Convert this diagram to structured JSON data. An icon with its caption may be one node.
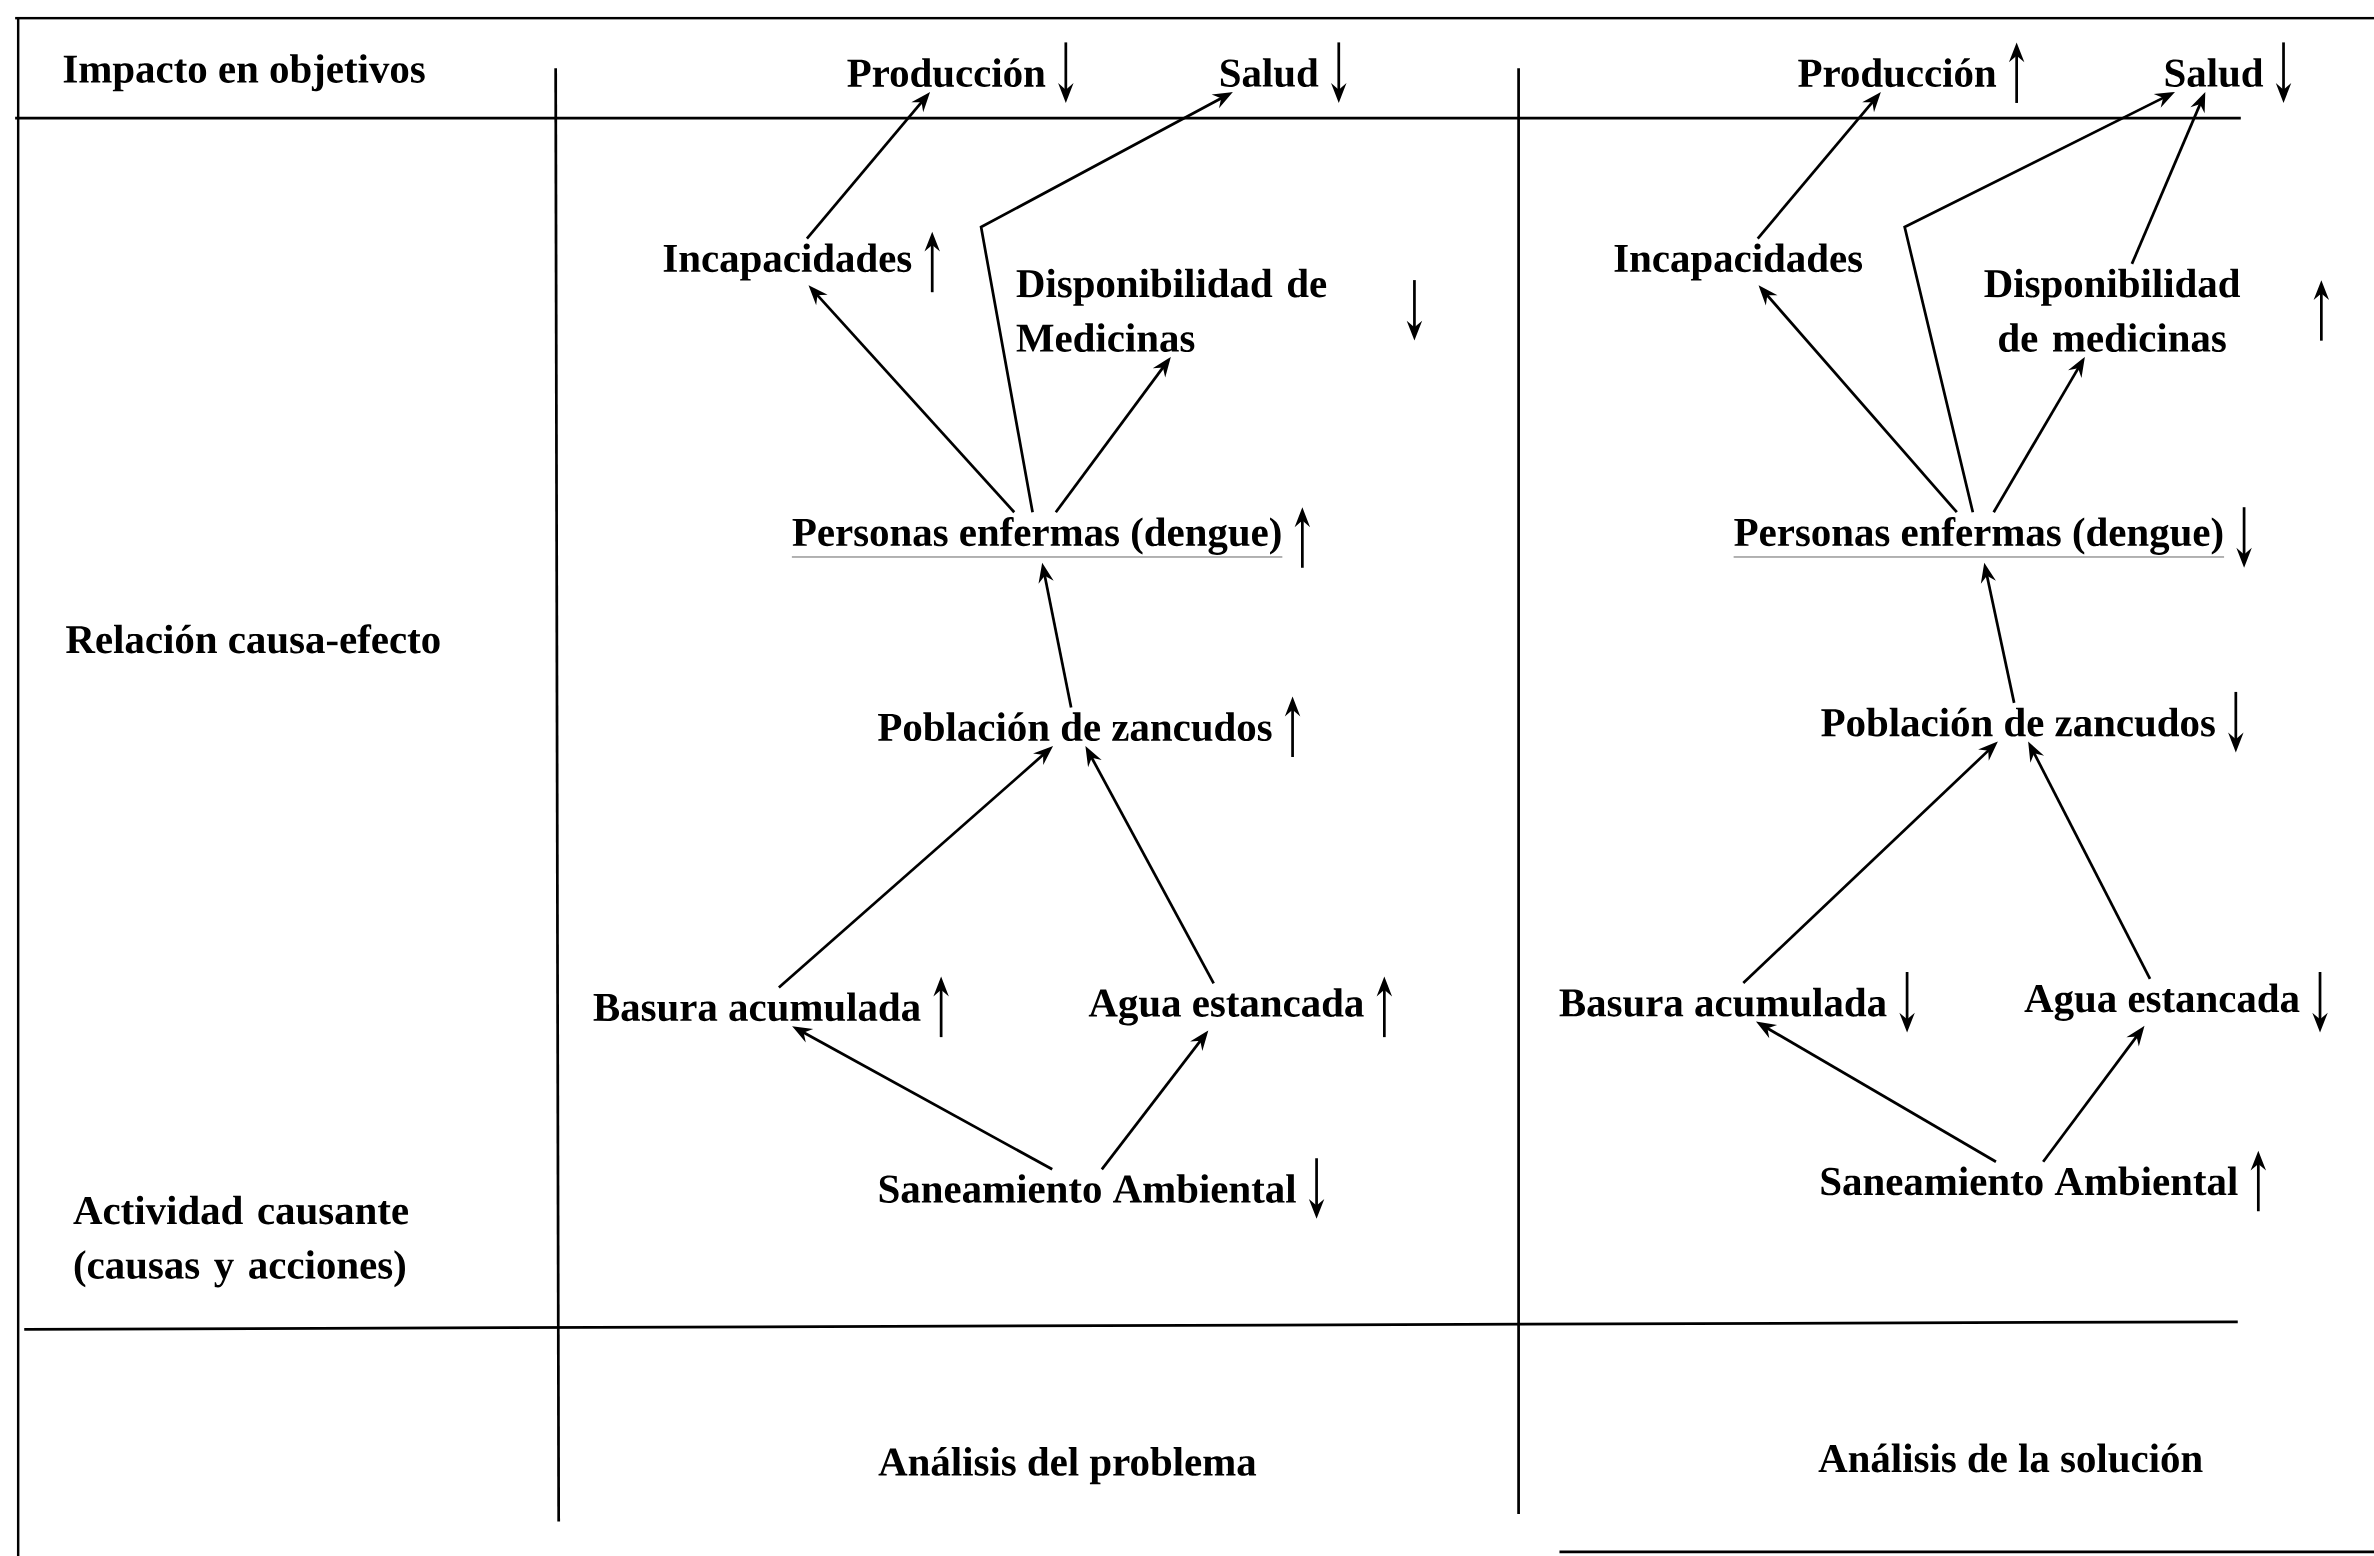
{
  "diagram": {
    "nodes": [
      {
        "text": [
          "Producción"
        ]
      },
      {
        "text": [
          "Salud"
        ]
      },
      {
        "text": [
          "Incapacidades"
        ]
      },
      {
        "text": [
          "Disponibilidad de Medicinas"
        ]
      },
      {
        "text": [
          "Personas enfermas (dengue)"
        ]
      },
      {
        "text": [
          "Población de zancudos"
        ]
      },
      {
        "text": [
          "Basura acumulada"
        ]
      },
      {
        "text": [
          "Agua estancada"
        ]
      },
      {
        "text": [
          "Saneamiento Ambiental"
        ]
      },
      {
        "text": [
          "Producción"
        ]
      },
      {
        "text": [
          "Salud"
        ]
      },
      {
        "text": [
          "Incapacidades"
        ]
      },
      {
        "text": [
          "Disponibilidad de medicinas"
        ]
      },
      {
        "text": [
          "Personas enfermas (dengue)"
        ]
      },
      {
        "text": [
          "Población de zancudos"
        ]
      },
      {
        "text": [
          "Basura acumulada"
        ]
      },
      {
        "text": [
          "Agua estancada"
        ]
      },
      {
        "text": [
          "Saneamiento Ambiental"
        ]
      }
    ],
    "edges": [
      {
        "from": 4,
        "to": 2,
        "arrow": "to"
      },
      {
        "from": 4,
        "to": 1,
        "arrow": "to"
      },
      {
        "from": 4,
        "to": 3,
        "arrow": "to"
      },
      {
        "from": 2,
        "to": 0,
        "arrow": "to"
      },
      {
        "from": 5,
        "to": 4,
        "arrow": "to"
      },
      {
        "from": 6,
        "to": 5,
        "arrow": "to"
      },
      {
        "from": 7,
        "to": 5,
        "arrow": "to"
      },
      {
        "from": 8,
        "to": 6,
        "arrow": "to"
      },
      {
        "from": 8,
        "to": 7,
        "arrow": "to"
      },
      {
        "from": 13,
        "to": 11,
        "arrow": "to"
      },
      {
        "from": 13,
        "to": 10,
        "arrow": "to"
      },
      {
        "from": 13,
        "to": 12,
        "arrow": "to"
      },
      {
        "from": 11,
        "to": 9,
        "arrow": "to"
      },
      {
        "from": 12,
        "to": 10,
        "arrow": "to"
      },
      {
        "from": 14,
        "to": 13,
        "arrow": "to"
      },
      {
        "from": 15,
        "to": 14,
        "arrow": "to"
      },
      {
        "from": 16,
        "to": 14,
        "arrow": "to"
      },
      {
        "from": 17,
        "to": 15,
        "arrow": "to"
      },
      {
        "from": 17,
        "to": 16,
        "arrow": "to"
      }
    ],
    "labels": [
      "Impacto en objetivos",
      "Relación causa-efecto",
      "Actividad causante (causas y acciones)",
      "Análisis del problema",
      "Análisis de la solución"
    ]
  }
}
